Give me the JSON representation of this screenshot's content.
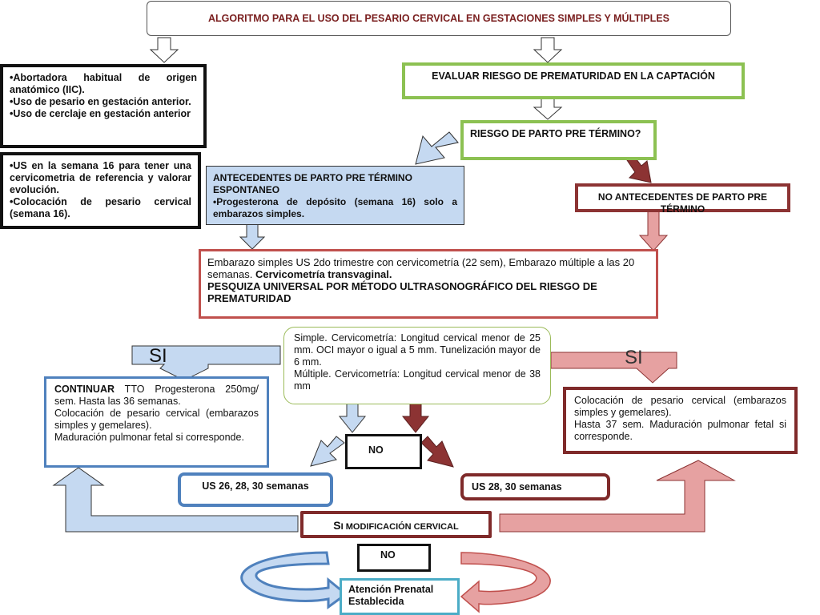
{
  "title": "ALGORITMO PARA EL USO DEL PESARIO CERVICAL EN GESTACIONES SIMPLES Y MÚLTIPLES",
  "history_box": {
    "items": [
      "Abortadora habitual de origen anatómico (IIC).",
      "Uso de pesario en gestación anterior.",
      "Uso de cerclaje en gestación anterior"
    ]
  },
  "us16_box": {
    "items": [
      "US en la semana 16 para tener una cervicometria de referencia y valorar evolución.",
      "Colocación de pesario cervical (semana 16)."
    ]
  },
  "evaluate_box": {
    "text": "EVALUAR RIESGO DE PREMATURIDAD EN LA CAPTACIÓN"
  },
  "risk_question": {
    "text": "RIESGO DE PARTO PRE TÉRMINO?"
  },
  "antecedentes_box": {
    "heading": "ANTECEDENTES DE PARTO PRE TÉRMINO  ESPONTANEO",
    "item": "Progesterona de depósito (semana 16) solo a embarazos simples."
  },
  "no_antecedentes_box": {
    "text": "NO ANTECEDENTES DE PARTO PRE TÉRMINO"
  },
  "screening_box": {
    "line1": "Embarazo simples US 2do trimestre con cervicometría (22 sem), Embarazo  múltiple  a las 20 semanas.   ",
    "line1_bold": "Cervicometría transvaginal.",
    "line2": "PESQUIZA UNIVERSAL POR MÉTODO ULTRASONOGRÁFICO DEL RIESGO DE PREMATURIDAD"
  },
  "criteria_box": {
    "simple": "Simple. Cervicometría: Longitud cervical menor de 25 mm. OCI mayor o igual a 5 mm. Tunelización mayor de 6 mm.",
    "multiple": "Múltiple. Cervicometría: Longitud cervical menor de 38 mm"
  },
  "si_left": "SI",
  "si_right": "SI",
  "continue_box": {
    "bold": "CONTINUAR",
    "rest": " TTO Progesterona 250mg/ sem.  Hasta las 36 semanas.",
    "line2": "Colocación de pesario cervical (embarazos simples y  gemelares).",
    "line3": "Maduración pulmonar fetal si corresponde."
  },
  "pessary_box": {
    "line1": "Colocación de pesario cervical (embarazos simples y  gemelares).",
    "line2": "Hasta 37 sem. Maduración pulmonar fetal si corresponde."
  },
  "no_mid": "NO",
  "us_left": "US  26, 28,  30 semanas",
  "us_right": "US 28, 30 semanas",
  "modification": {
    "first": "S",
    "rest": "I MODIFICACIÓN CERVICAL"
  },
  "no_bottom": "NO",
  "final_box": {
    "line1": "Atención Prenatal",
    "line2": "Establecida"
  },
  "colors": {
    "green": "#8cc152",
    "light_blue": "#c5d9f1",
    "dark_red": "#8c3333",
    "pink": "#e6a1a1",
    "blue": "#4f81bd",
    "teal": "#4bacc6",
    "title_red": "#7a1f1f"
  }
}
